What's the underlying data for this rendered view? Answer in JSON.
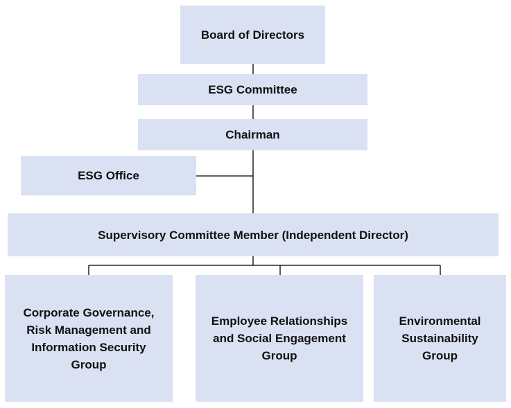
{
  "diagram": {
    "board": {
      "label": "Board of Directors"
    },
    "esg_committee": {
      "label": "ESG Committee"
    },
    "chairman": {
      "label": "Chairman"
    },
    "esg_office": {
      "label": "ESG Office"
    },
    "supervisory": {
      "label": "Supervisory Committee Member (Independent Director)"
    },
    "groups": [
      {
        "lines": [
          "Corporate Governance,",
          "Risk Management and",
          "Information Security",
          "Group"
        ]
      },
      {
        "lines": [
          "Employee Relationships",
          "and Social Engagement",
          "Group"
        ]
      },
      {
        "lines": [
          "Environmental",
          "Sustainability",
          "Group"
        ]
      }
    ]
  },
  "colors": {
    "box_fill": "#d9e1f2",
    "line": "#000000",
    "text": "#111111"
  }
}
